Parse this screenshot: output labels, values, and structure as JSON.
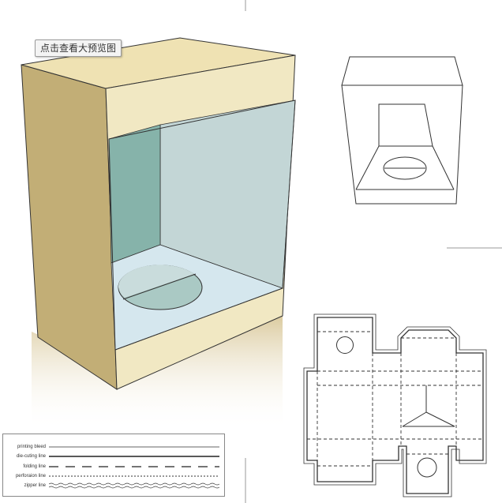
{
  "tooltip": {
    "text": "点击查看大预览图"
  },
  "legend": {
    "items": [
      {
        "label": "printing bleed",
        "style": "solid-thin"
      },
      {
        "label": "die-cuting line",
        "style": "solid-thick"
      },
      {
        "label": "folding line",
        "style": "dashed"
      },
      {
        "label": "perforaion line",
        "style": "dotted"
      },
      {
        "label": "zipper line",
        "style": "zipper"
      }
    ]
  },
  "colors": {
    "box_front": "#f1e8c3",
    "box_side": "#c2ae76",
    "box_top": "#efe2b3",
    "window_back": "#c3d6d6",
    "window_left": "#86b3aa",
    "window_floor": "#d5e7ee",
    "outline": "#333333"
  }
}
